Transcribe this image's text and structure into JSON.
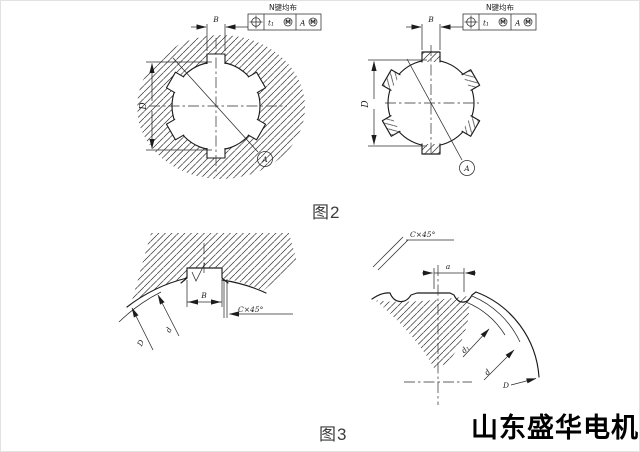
{
  "figure2": {
    "caption": "图2",
    "left_view": {
      "type_label": "internal spline hub section",
      "fcf": {
        "note": "N键均布",
        "tolerance": "t₁",
        "modifier1": "M",
        "datum_ref": "A",
        "modifier2": "M"
      },
      "dims": {
        "D": "D",
        "B": "B",
        "datum_balloon": "A"
      }
    },
    "right_view": {
      "type_label": "external spline shaft section",
      "fcf": {
        "note": "N键均布",
        "tolerance": "t₁",
        "modifier1": "M",
        "datum_ref": "A",
        "modifier2": "M"
      },
      "dims": {
        "D": "D",
        "B": "B",
        "datum_balloon": "A"
      }
    }
  },
  "figure3": {
    "caption": "图3",
    "left_detail": {
      "dims": {
        "B": "B",
        "chamfer": "C×45°",
        "d": "d",
        "D": "D"
      }
    },
    "right_detail": {
      "dims": {
        "chamfer": "C×45°",
        "a": "a",
        "d1": "d₁",
        "d": "d",
        "D": "D"
      }
    }
  },
  "watermark": {
    "text": "山东盛华电机"
  },
  "colors": {
    "line": "#1c1c1c",
    "caption": "#3c3c3c",
    "watermark": "#000000",
    "paper": "#ffffff"
  }
}
